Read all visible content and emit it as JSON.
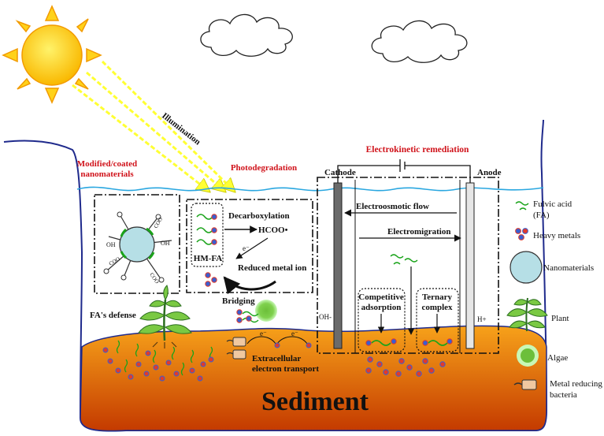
{
  "labels": {
    "illumination": "Illumination",
    "modified_nanomaterials_line1": "Modified/coated",
    "modified_nanomaterials_line2": "nanomaterials",
    "photodegradation": "Photodegradation",
    "electrokinetic_remediation": "Electrokinetic remediation",
    "cathode": "Cathode",
    "anode": "Anode",
    "electroosmotic_flow": "Electroosmotic flow",
    "electromigration": "Electromigration",
    "decarboxylation": "Decarboxylation",
    "hcoo": "HCOO•",
    "electron": "e⁻",
    "hm_fa": "HM-FA",
    "reduced_metal_ion": "Reduced metal ion",
    "bridging": "Bridging",
    "fas_defense": "FA's defense",
    "extracellular_line1": "Extracellular",
    "extracellular_line2": "electron transport",
    "competitive_line1": "Competitive",
    "competitive_line2": "adsorption",
    "ternary_line1": "Ternary",
    "ternary_line2": "complex",
    "oh_minus": "OH-",
    "h_plus": "H+",
    "sediment": "Sediment",
    "oh": "OH",
    "coo": "COO"
  },
  "legend": {
    "fulvic_acid_line1": "Fulvic acid",
    "fulvic_acid_line2": "(FA)",
    "heavy_metals": "Heavy metals",
    "nanomaterials": "Nanomaterials",
    "plant": "Plant",
    "algae": "Algae",
    "bacteria_line1": "Metal reducing",
    "bacteria_line2": "bacteria"
  },
  "colors": {
    "sun": "#ffd21a",
    "sun_edge": "#f29a00",
    "rays": "#ffff33",
    "water_line": "#2aa7e0",
    "vessel": "#1f2a8c",
    "sediment_top": "#f7a21a",
    "sediment_bottom": "#c43a00",
    "metal_blue": "#3a5fd0",
    "metal_red": "#e23a2a",
    "fa_green": "#1aa31a",
    "nanomaterial": "#b6dfe6",
    "algae_inner": "#7ac943",
    "algae_outer": "#b9f1a4",
    "bacteria": "#f0c8a0",
    "label_red": "#d0131b"
  }
}
